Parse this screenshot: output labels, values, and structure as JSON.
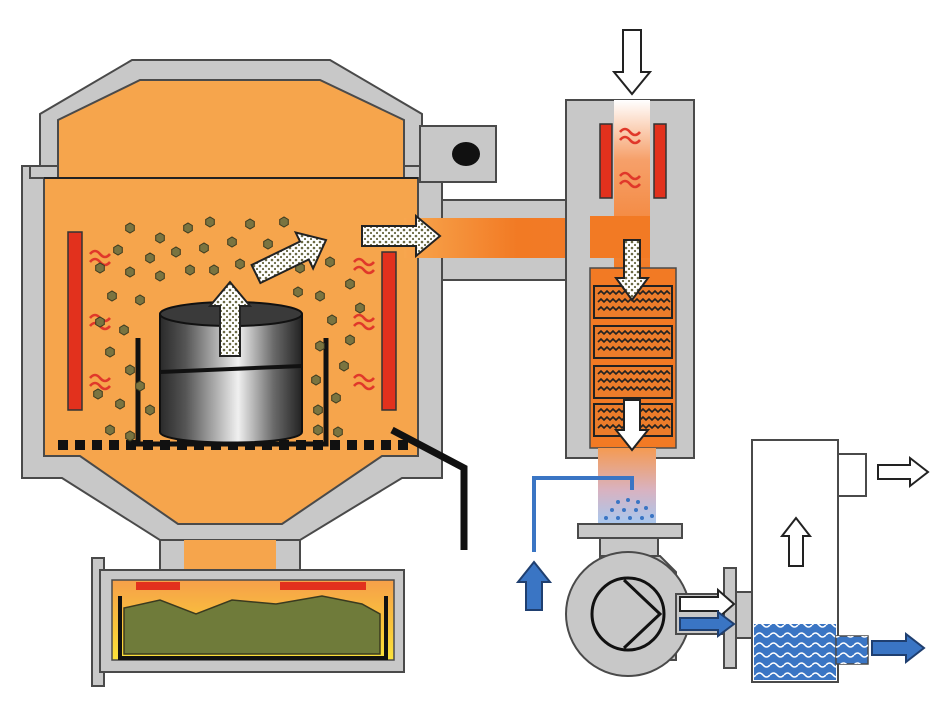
{
  "diagram": {
    "caption": "",
    "labels": [],
    "components": {
      "furnace": "pyrolysis-furnace",
      "crucible": "metal-crucible",
      "furnace_heaters": "heating-elements",
      "catalytic_chamber": "thermal-oxidizer-chamber",
      "catalyst_beds": "catalyst-bed-stack",
      "quench": "water-spray-quench",
      "fan": "exhaust-fan",
      "scrubber": "scrubber-tower",
      "molten_bath": "lower-melt-tray",
      "burner_port": "side-burner-port"
    },
    "flows": {
      "air_inlet": "air-inlet-arrow",
      "gas_outflow": "treated-gas-outlet-arrow",
      "water_inlet": "water-inlet-arrow",
      "water_outlet": "water-outlet-arrow",
      "fumes": "dotted-fume-arrows"
    }
  },
  "colors": {
    "steel": "#c8c8c8",
    "steel_edge": "#4a4a4a",
    "chamber": "#f6a54c",
    "chamber_hot": "#f47a24",
    "heater": "#e2311d",
    "heat_wave": "#e0382a",
    "particle": "#7a7440",
    "particle_edge": "#3b3a1f",
    "catalyst": "#ec7c2a",
    "water": "#3a75c4",
    "water_light": "#bcd6f3",
    "melt": "#6f7b3a"
  }
}
